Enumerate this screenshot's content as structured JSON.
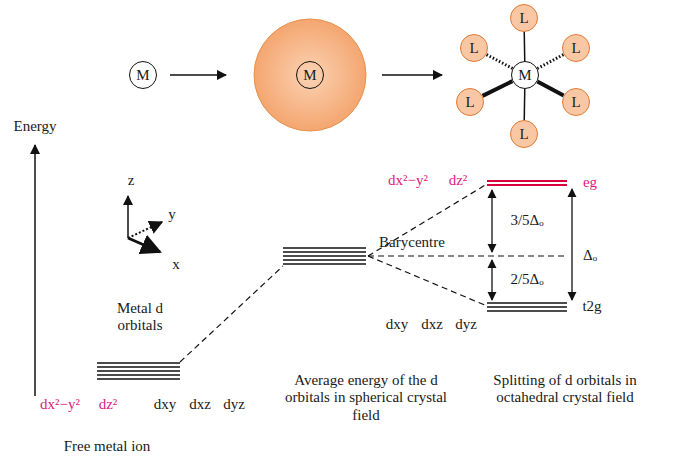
{
  "diagram": {
    "nodes": [
      {
        "text": [
          "M"
        ]
      },
      {
        "text": [
          "M"
        ]
      },
      {
        "text": [
          "M"
        ]
      },
      {
        "text": [
          "L"
        ]
      },
      {
        "text": [
          "L"
        ]
      },
      {
        "text": [
          "L"
        ]
      },
      {
        "text": [
          "L"
        ]
      },
      {
        "text": [
          "L"
        ]
      },
      {
        "text": [
          "L"
        ]
      }
    ],
    "edges": [
      {
        "from": 2,
        "to": 3,
        "arrow": "none"
      },
      {
        "from": 2,
        "to": 4,
        "arrow": "none"
      },
      {
        "from": 2,
        "to": 5,
        "arrow": "none"
      },
      {
        "from": 2,
        "to": 6,
        "arrow": "none"
      },
      {
        "from": 2,
        "to": 7,
        "arrow": "none"
      },
      {
        "from": 2,
        "to": 8,
        "arrow": "none"
      }
    ],
    "labels": [
      "Energy",
      "z",
      "y",
      "x",
      "Metal d orbitals",
      "dx²−y²",
      "dz²",
      "dxy",
      "dxz",
      "dyz",
      "Average energy of the d orbitals in spherical crystal field",
      "Barycentre",
      "dx²−y²",
      "dz²",
      "eg",
      "3/5Δₒ",
      "2/5Δₒ",
      "Δₒ",
      "dxy",
      "dxz",
      "dyz",
      "t2g",
      "Free metal ion",
      "Splitting of d orbitals in octahedral crystal field"
    ]
  }
}
